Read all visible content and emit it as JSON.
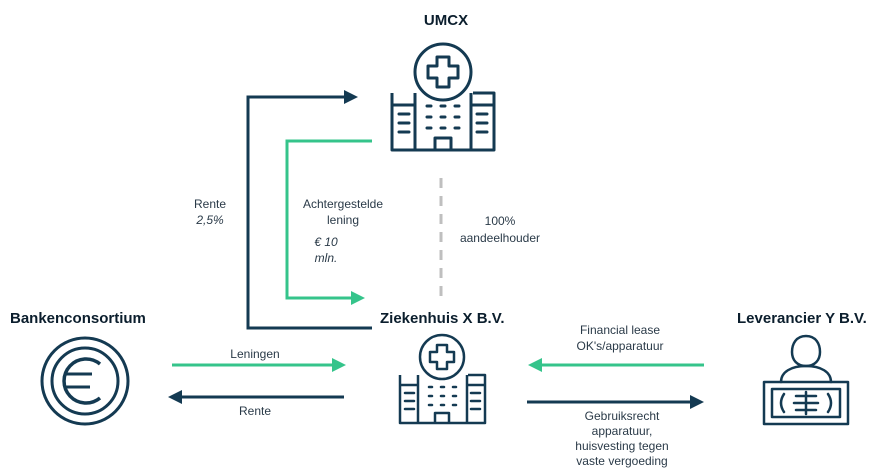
{
  "colors": {
    "navy": "#143a52",
    "green": "#35c48b",
    "gray": "#bfbfbf"
  },
  "entities": {
    "umcx": "UMCX",
    "ziekenhuis": "Ziekenhuis X B.V.",
    "bank": "Bankenconsortium",
    "leverancier": "Leverancier Y B.V."
  },
  "icons": {
    "umcx": "hospital-icon",
    "ziekenhuis": "hospital-icon",
    "bank": "euro-coin-icon",
    "leverancier": "xray-person-icon"
  },
  "labels": {
    "rente_top": "Rente",
    "rente_rate": "2,5%",
    "achtergesteld_1": "Achtergestelde",
    "achtergesteld_2": "lening",
    "amount_1": "€ 10",
    "amount_2": "mln.",
    "share_1": "100%",
    "share_2": "aandeelhouder",
    "leningen": "Leningen",
    "rente_bottom": "Rente",
    "lease_1": "Financial lease",
    "lease_2": "OK's/apparatuur",
    "gebruik_1": "Gebruiksrecht",
    "gebruik_2": "apparatuur,",
    "gebruik_3": "huisvesting tegen",
    "gebruik_4": "vaste vergoeding"
  }
}
